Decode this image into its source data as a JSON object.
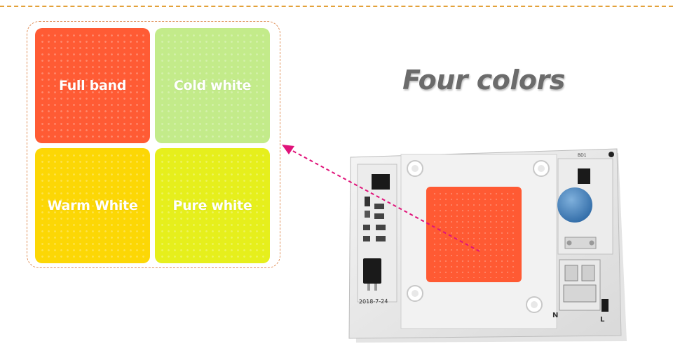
{
  "headline": "Four colors",
  "swatches": [
    {
      "label": "Full band",
      "color": "#ff5b34"
    },
    {
      "label": "Cold white",
      "color": "#c3eb8a"
    },
    {
      "label": "Warm White",
      "color": "#fcd705"
    },
    {
      "label": "Pure white",
      "color": "#e6ef1c"
    }
  ],
  "board": {
    "date_text": "2018-7-24",
    "component_code": "BD1",
    "terminal_left": "N",
    "terminal_right": "L",
    "chip_color": "#ff5a33"
  },
  "colors": {
    "dash_border": "#e3a13a",
    "arrow": "#e0137a",
    "headline_text": "#6b6b6b"
  }
}
